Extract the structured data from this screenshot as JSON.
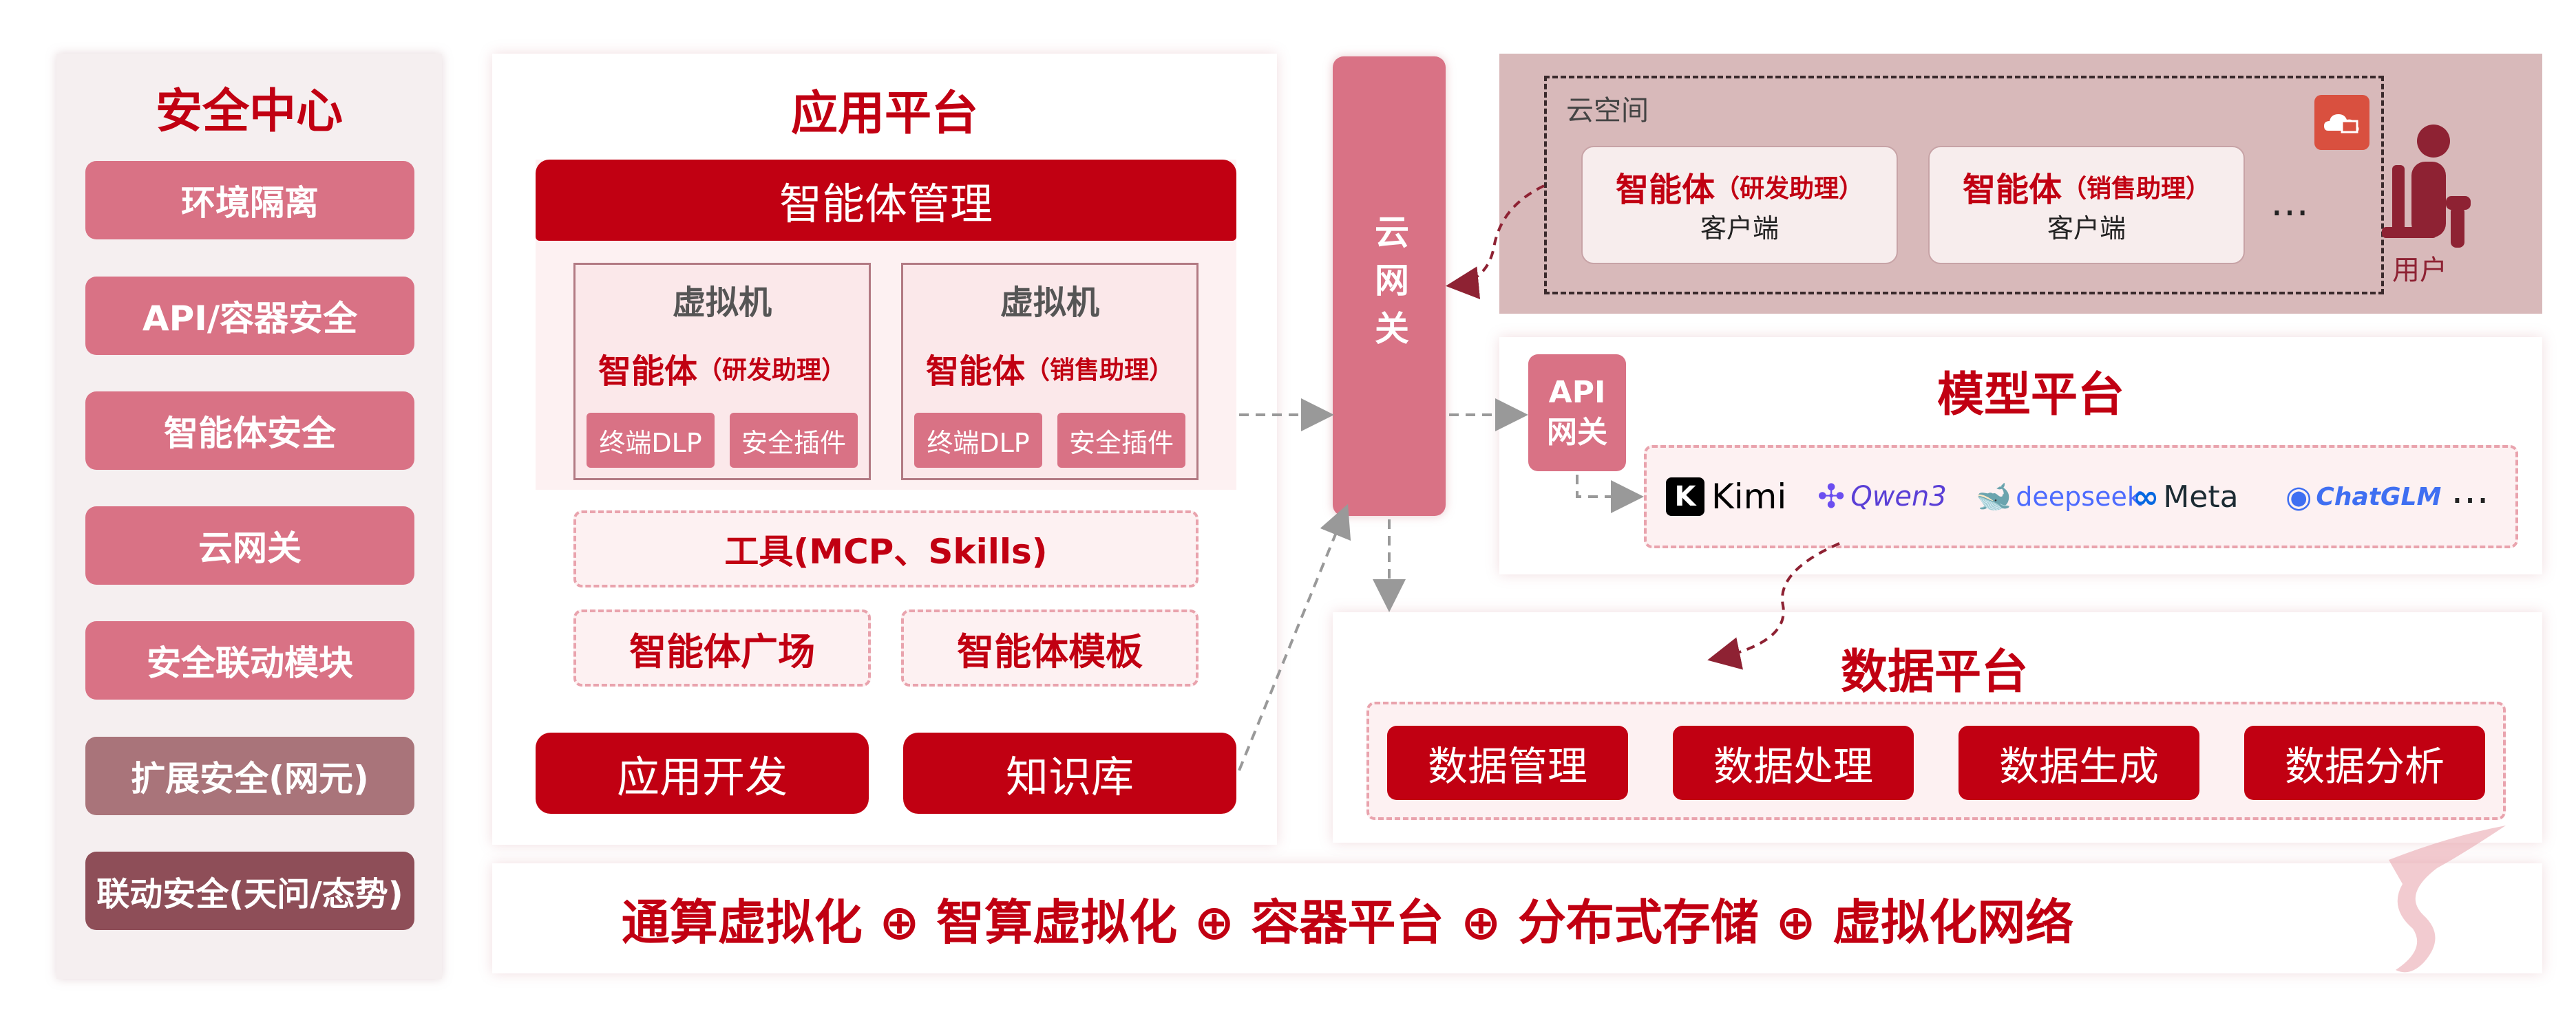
{
  "security_center": {
    "title": "安全中心",
    "items": [
      "环境隔离",
      "API/容器安全",
      "智能体安全",
      "云网关",
      "安全联动模块",
      "扩展安全(网元)",
      "联动安全(天问/态势)"
    ]
  },
  "app_platform": {
    "title": "应用平台",
    "agent_management": "智能体管理",
    "vms": [
      {
        "title": "虚拟机",
        "agent": "智能体",
        "role": "（研发助理）",
        "tools": [
          "终端DLP",
          "安全插件"
        ]
      },
      {
        "title": "虚拟机",
        "agent": "智能体",
        "role": "（销售助理）",
        "tools": [
          "终端DLP",
          "安全插件"
        ]
      }
    ],
    "tools_label": "工具(MCP、Skills)",
    "agent_square": "智能体广场",
    "agent_template": "智能体模板",
    "app_dev": "应用开发",
    "knowledge_base": "知识库"
  },
  "cloud_gateway": {
    "label": "云网关"
  },
  "cloud_space": {
    "title": "云空间",
    "clients": [
      {
        "agent": "智能体",
        "role": "（研发助理）",
        "client": "客户端"
      },
      {
        "agent": "智能体",
        "role": "（销售助理）",
        "client": "客户端"
      }
    ],
    "more": "…",
    "user_label": "用户"
  },
  "model_platform": {
    "title": "模型平台",
    "api_gateway": "API网关",
    "models": [
      "Kimi",
      "Qwen3",
      "deepseek",
      "Meta",
      "ChatGLM"
    ],
    "more": "…"
  },
  "data_platform": {
    "title": "数据平台",
    "items": [
      "数据管理",
      "数据处理",
      "数据生成",
      "数据分析"
    ]
  },
  "infrastructure": {
    "text": "通算虚拟化 ⊕ 智算虚拟化 ⊕ 容器平台 ⊕ 分布式存储 ⊕ 虚拟化网络"
  },
  "colors": {
    "primary_red": "#c10012",
    "pink": "#d97285",
    "dusty_rose": "#a9747a",
    "dark_rose": "#8e4e58",
    "cloud_space_bg": "#d8b9ba"
  }
}
